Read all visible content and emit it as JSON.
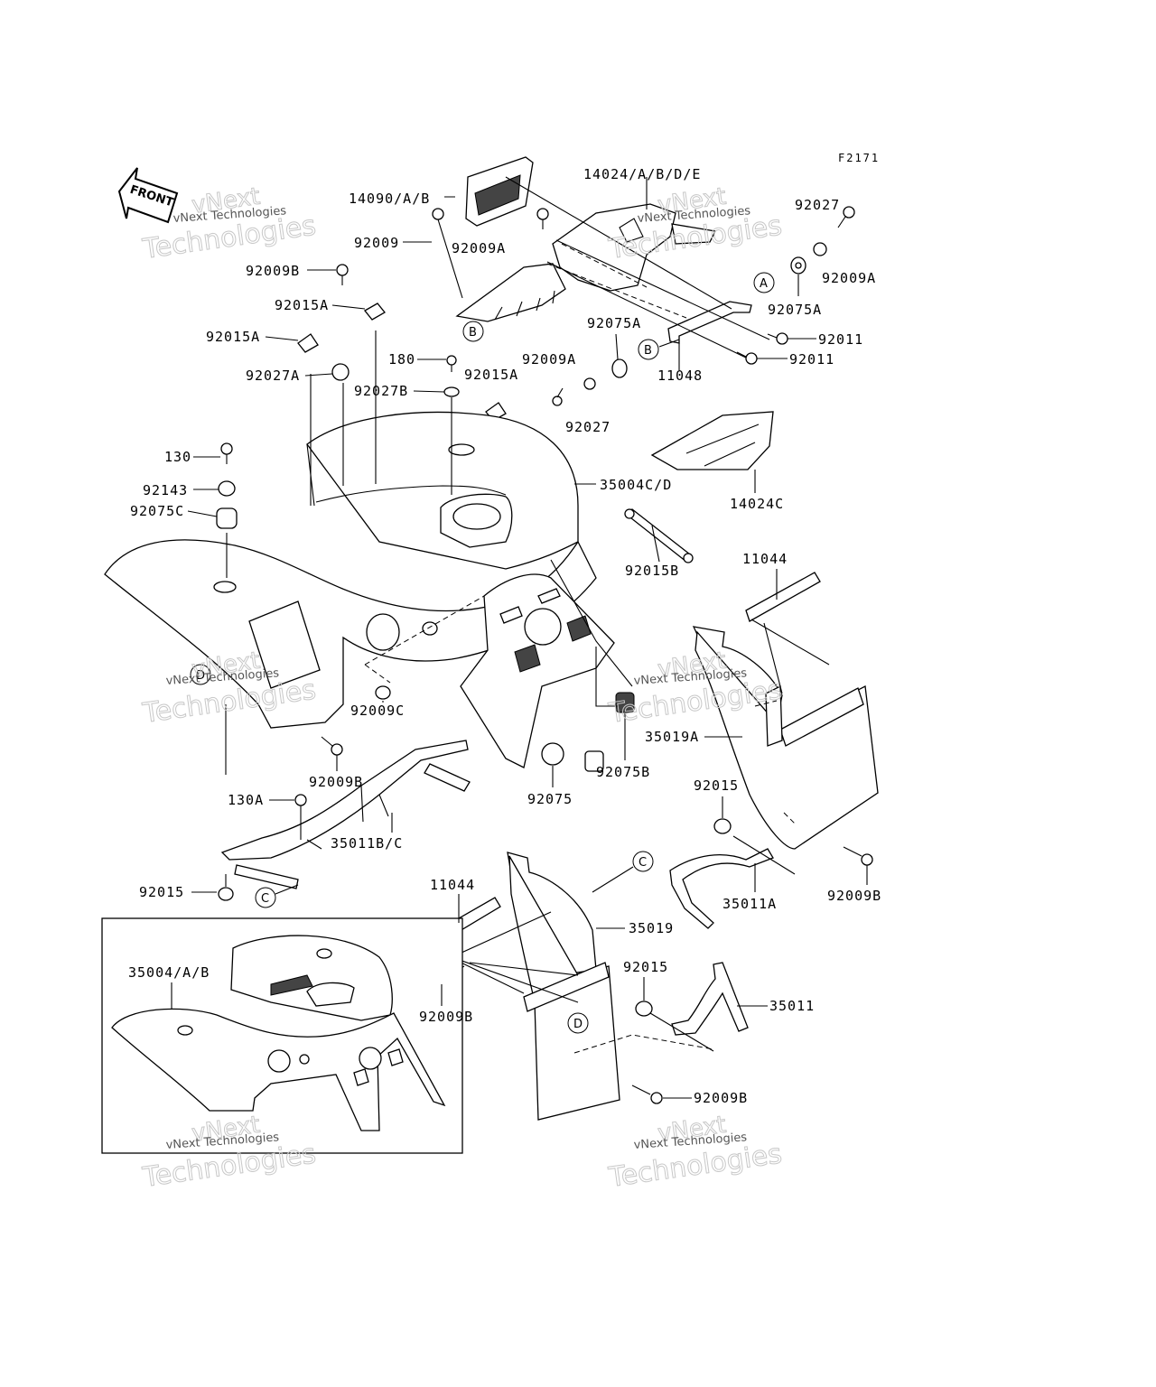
{
  "figure_code": "F2171",
  "front_label": "FRONT",
  "watermark": {
    "line1": "vNext",
    "line2": "Technologies",
    "small": "vNext Technologies"
  },
  "callouts": [
    "A",
    "B",
    "C",
    "D"
  ],
  "part_labels": {
    "p14090": "14090/A/B",
    "p14024": "14024/A/B/D/E",
    "p92027_top": "92027",
    "p92009A_topright": "92009A",
    "p92009": "92009",
    "p92009A_mid": "92009A",
    "p92009B_top": "92009B",
    "p92015A_1": "92015A",
    "p92015A_2": "92015A",
    "p92027A": "92027A",
    "p180": "180",
    "p92027B": "92027B",
    "p92015A_3": "92015A",
    "p92075A_top": "92075A",
    "p92011_1": "92011",
    "p92011_2": "92011",
    "p92075A_mid": "92075A",
    "p11048": "11048",
    "p92009A_low": "92009A",
    "p92027_low": "92027",
    "p130": "130",
    "p92143": "92143",
    "p92075C": "92075C",
    "p35004CD": "35004C/D",
    "p14024C": "14024C",
    "p92015B": "92015B",
    "p11044_top": "11044",
    "p92009C": "92009C",
    "p92009B_mid": "92009B",
    "p35019A": "35019A",
    "p92075": "92075",
    "p92075B": "92075B",
    "p92015_right": "92015",
    "p130A": "130A",
    "p35011BC": "35011B/C",
    "p92009B_right": "92009B",
    "p35011A": "35011A",
    "p92015_left": "92015",
    "p11044_low": "11044",
    "p35019": "35019",
    "p35004AB": "35004/A/B",
    "p92015_low": "92015",
    "p35011": "35011",
    "p92009B_low": "92009B",
    "p92009B_bottom": "92009B"
  }
}
